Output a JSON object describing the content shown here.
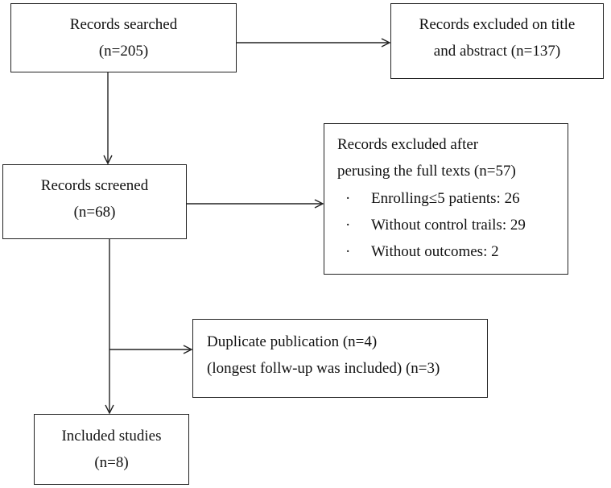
{
  "boxes": {
    "records_searched": {
      "title": "Records searched",
      "count": "(n=205)"
    },
    "excluded_title_abstract": {
      "line1": "Records excluded on title",
      "line2": "and abstract (n=137)"
    },
    "records_screened": {
      "title": "Records screened",
      "count": "(n=68)"
    },
    "excluded_full_text": {
      "line1": "Records excluded after",
      "line2": "perusing the full texts (n=57)",
      "items": [
        {
          "bullet": "·",
          "text": "Enrolling≤5 patients: 26"
        },
        {
          "bullet": "·",
          "text": "Without control trails: 29"
        },
        {
          "bullet": "·",
          "text": "Without outcomes: 2"
        }
      ]
    },
    "duplicate_publication": {
      "line1": "Duplicate publication (n=4)",
      "line2": "(longest follw-up was included) (n=3)"
    },
    "included_studies": {
      "title": "Included studies",
      "count": "(n=8)"
    }
  },
  "style": {
    "line_color": "#222222",
    "border_color": "#222222",
    "background": "#ffffff"
  }
}
